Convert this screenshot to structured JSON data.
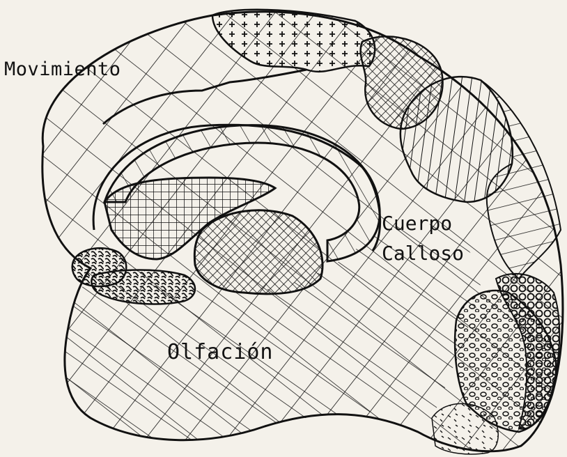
{
  "labels": {
    "movement": "Movimiento",
    "corpus_callosum_line1": "Cuerpo",
    "corpus_callosum_line2": "Calloso",
    "olfaction": "Olfación"
  },
  "colors": {
    "paper": "#f4f1ea",
    "ink": "#111111"
  }
}
